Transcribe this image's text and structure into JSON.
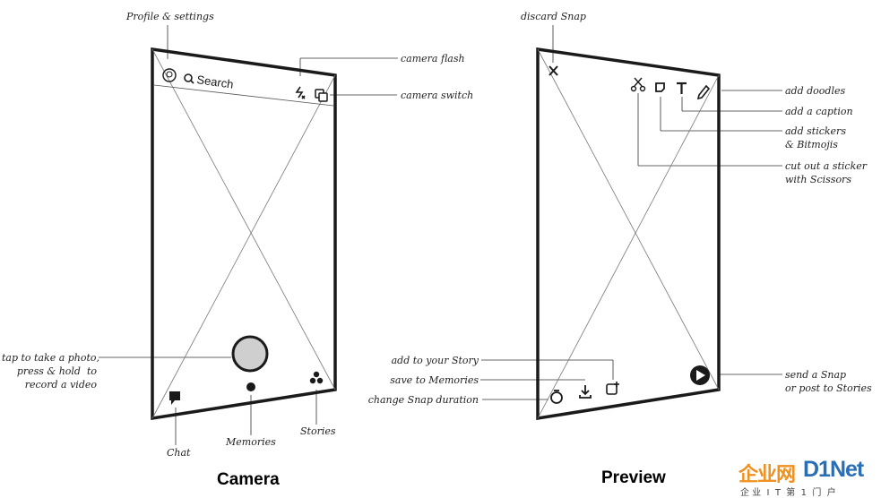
{
  "camera": {
    "caption": "Camera",
    "search_label": "Search",
    "annotations": {
      "profile": "Profile & settings",
      "flash": "camera flash",
      "switch": "camera switch",
      "capture": "tap to take a photo,\npress & hold  to\nrecord a video",
      "chat": "Chat",
      "memories": "Memories",
      "stories": "Stories"
    }
  },
  "preview": {
    "caption": "Preview",
    "annotations": {
      "discard": "discard Snap",
      "doodles": "add doodles",
      "caption": "add a caption",
      "stickers": "add stickers\n& Bitmojis",
      "scissors": "cut out a sticker\nwith Scissors",
      "story": "add to your Story",
      "save": "save to Memories",
      "duration": "change Snap duration",
      "send": "send a Snap\nor post to Stories"
    }
  },
  "watermark": {
    "brand_cn": "企业网",
    "brand_en": "D1Net",
    "tagline": "企 业  I  T  第  1  门  户"
  },
  "colors": {
    "frame": "#1a1a1a",
    "capture_fill": "#cfcfcf",
    "watermark_orange": "#f0901e",
    "watermark_blue": "#2a6fb6"
  }
}
